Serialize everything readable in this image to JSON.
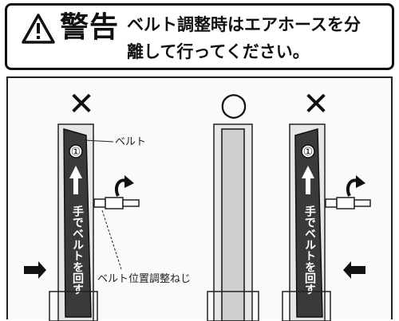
{
  "warning": {
    "symbol": "⚠",
    "heading": "警告",
    "line1": "ベルト調整時はエアホースを分",
    "line2": "離して行ってください。"
  },
  "panels": [
    {
      "mark": "✕",
      "belt_label": "手でベルトを回す",
      "step_number": "①"
    },
    {
      "mark": "○"
    },
    {
      "mark": "✕",
      "belt_label": "手でベルトを回す",
      "step_number": "①"
    }
  ],
  "callouts": {
    "belt": "ベルト",
    "adjust_screw": "ベルト位置調整ねじ"
  },
  "colors": {
    "ink": "#111111",
    "belt_fill": "#3a3a3a",
    "frame_fill": "#e6e6e6"
  }
}
